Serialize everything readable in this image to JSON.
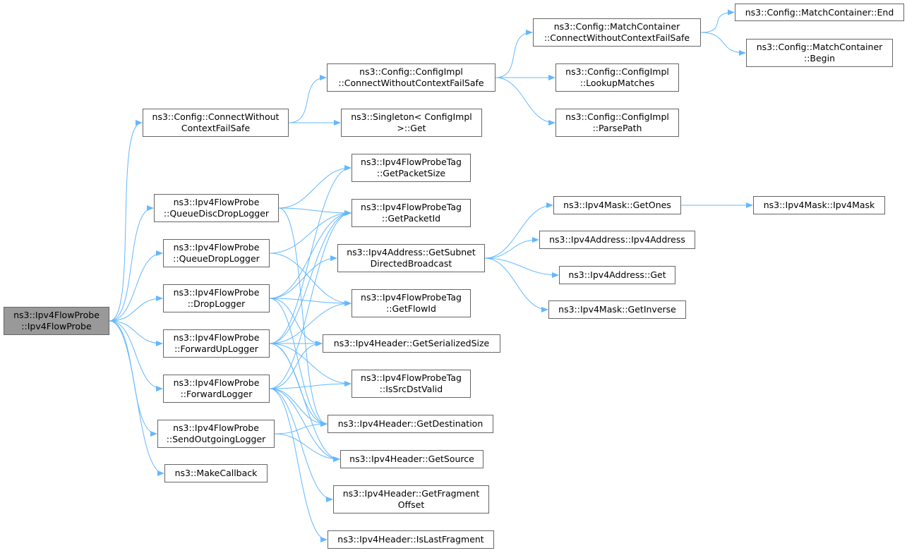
{
  "graph": {
    "edge_color": "#63b8ff",
    "root_fill": "#999999",
    "nodes": [
      {
        "id": "root",
        "line1": "ns3::Ipv4FlowProbe",
        "line2": "::Ipv4FlowProbe"
      },
      {
        "id": "connectwc",
        "line1": "ns3::Config::ConnectWithout",
        "line2": "ContextFailSafe"
      },
      {
        "id": "configimpl_cwc",
        "line1": "ns3::Config::ConfigImpl",
        "line2": "::ConnectWithoutContextFailSafe"
      },
      {
        "id": "singleton_get",
        "line1": "ns3::Singleton< ConfigImpl",
        "line2": ">::Get"
      },
      {
        "id": "mc_cwc",
        "line1": "ns3::Config::MatchContainer",
        "line2": "::ConnectWithoutContextFailSafe"
      },
      {
        "id": "mc_end",
        "line1": "ns3::Config::MatchContainer::End",
        "line2": ""
      },
      {
        "id": "mc_begin",
        "line1": "ns3::Config::MatchContainer",
        "line2": "::Begin"
      },
      {
        "id": "lookup",
        "line1": "ns3::Config::ConfigImpl",
        "line2": "::LookupMatches"
      },
      {
        "id": "parsepath",
        "line1": "ns3::Config::ConfigImpl",
        "line2": "::ParsePath"
      },
      {
        "id": "qddl",
        "line1": "ns3::Ipv4FlowProbe",
        "line2": "::QueueDiscDropLogger"
      },
      {
        "id": "qdl",
        "line1": "ns3::Ipv4FlowProbe",
        "line2": "::QueueDropLogger"
      },
      {
        "id": "dl",
        "line1": "ns3::Ipv4FlowProbe",
        "line2": "::DropLogger"
      },
      {
        "id": "ful",
        "line1": "ns3::Ipv4FlowProbe",
        "line2": "::ForwardUpLogger"
      },
      {
        "id": "fl",
        "line1": "ns3::Ipv4FlowProbe",
        "line2": "::ForwardLogger"
      },
      {
        "id": "sol",
        "line1": "ns3::Ipv4FlowProbe",
        "line2": "::SendOutgoingLogger"
      },
      {
        "id": "makecb",
        "line1": "ns3::MakeCallback",
        "line2": ""
      },
      {
        "id": "tag_size",
        "line1": "ns3::Ipv4FlowProbeTag",
        "line2": "::GetPacketSize"
      },
      {
        "id": "tag_pid",
        "line1": "ns3::Ipv4FlowProbeTag",
        "line2": "::GetPacketId"
      },
      {
        "id": "subnet_bc",
        "line1": "ns3::Ipv4Address::GetSubnet",
        "line2": "DirectedBroadcast"
      },
      {
        "id": "tag_fid",
        "line1": "ns3::Ipv4FlowProbeTag",
        "line2": "::GetFlowId"
      },
      {
        "id": "hdr_ser",
        "line1": "ns3::Ipv4Header::GetSerializedSize",
        "line2": ""
      },
      {
        "id": "tag_valid",
        "line1": "ns3::Ipv4FlowProbeTag",
        "line2": "::IsSrcDstValid"
      },
      {
        "id": "hdr_dst",
        "line1": "ns3::Ipv4Header::GetDestination",
        "line2": ""
      },
      {
        "id": "hdr_src",
        "line1": "ns3::Ipv4Header::GetSource",
        "line2": ""
      },
      {
        "id": "hdr_frag",
        "line1": "ns3::Ipv4Header::GetFragment",
        "line2": "Offset"
      },
      {
        "id": "hdr_last",
        "line1": "ns3::Ipv4Header::IsLastFragment",
        "line2": ""
      },
      {
        "id": "mask_ones",
        "line1": "ns3::Ipv4Mask::GetOnes",
        "line2": ""
      },
      {
        "id": "mask_ctor",
        "line1": "ns3::Ipv4Mask::Ipv4Mask",
        "line2": ""
      },
      {
        "id": "addr_ctor",
        "line1": "ns3::Ipv4Address::Ipv4Address",
        "line2": ""
      },
      {
        "id": "addr_get",
        "line1": "ns3::Ipv4Address::Get",
        "line2": ""
      },
      {
        "id": "mask_inv",
        "line1": "ns3::Ipv4Mask::GetInverse",
        "line2": ""
      }
    ],
    "edges": [
      [
        "root",
        "connectwc"
      ],
      [
        "root",
        "qddl"
      ],
      [
        "root",
        "qdl"
      ],
      [
        "root",
        "dl"
      ],
      [
        "root",
        "ful"
      ],
      [
        "root",
        "fl"
      ],
      [
        "root",
        "sol"
      ],
      [
        "root",
        "makecb"
      ],
      [
        "connectwc",
        "configimpl_cwc"
      ],
      [
        "connectwc",
        "singleton_get"
      ],
      [
        "configimpl_cwc",
        "mc_cwc"
      ],
      [
        "configimpl_cwc",
        "lookup"
      ],
      [
        "configimpl_cwc",
        "parsepath"
      ],
      [
        "mc_cwc",
        "mc_end"
      ],
      [
        "mc_cwc",
        "mc_begin"
      ],
      [
        "qddl",
        "tag_size"
      ],
      [
        "qddl",
        "tag_pid"
      ],
      [
        "qddl",
        "hdr_dst"
      ],
      [
        "qdl",
        "tag_pid"
      ],
      [
        "qdl",
        "tag_fid"
      ],
      [
        "dl",
        "tag_pid"
      ],
      [
        "dl",
        "subnet_bc"
      ],
      [
        "dl",
        "tag_fid"
      ],
      [
        "dl",
        "hdr_ser"
      ],
      [
        "dl",
        "hdr_dst"
      ],
      [
        "ful",
        "tag_size"
      ],
      [
        "ful",
        "tag_pid"
      ],
      [
        "ful",
        "tag_fid"
      ],
      [
        "ful",
        "hdr_ser"
      ],
      [
        "ful",
        "tag_valid"
      ],
      [
        "ful",
        "hdr_dst"
      ],
      [
        "ful",
        "hdr_src"
      ],
      [
        "fl",
        "tag_pid"
      ],
      [
        "fl",
        "hdr_ser"
      ],
      [
        "fl",
        "tag_valid"
      ],
      [
        "fl",
        "hdr_dst"
      ],
      [
        "fl",
        "hdr_src"
      ],
      [
        "fl",
        "hdr_frag"
      ],
      [
        "fl",
        "hdr_last"
      ],
      [
        "sol",
        "hdr_dst"
      ],
      [
        "sol",
        "hdr_src"
      ],
      [
        "subnet_bc",
        "mask_ones"
      ],
      [
        "subnet_bc",
        "addr_ctor"
      ],
      [
        "subnet_bc",
        "addr_get"
      ],
      [
        "subnet_bc",
        "mask_inv"
      ],
      [
        "mask_ones",
        "mask_ctor"
      ]
    ]
  }
}
